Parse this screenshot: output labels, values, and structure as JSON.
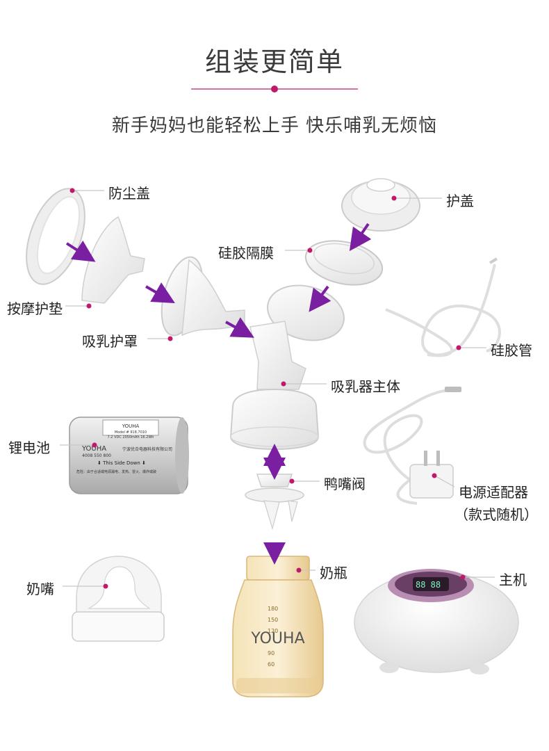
{
  "header": {
    "title": "组装更简单",
    "subtitle": "新手妈妈也能轻松上手 快乐哺乳无烦恼"
  },
  "colors": {
    "accent": "#c2186b",
    "arrow": "#7b1fa2",
    "line": "#cfcfcf"
  },
  "parts": {
    "dust_cap": "防尘盖",
    "massage_pad": "按摩护垫",
    "breast_shield": "吸乳护罩",
    "protective_cover": "护盖",
    "silicone_diaphragm": "硅胶隔膜",
    "silicone_tube": "硅胶管",
    "pump_body": "吸乳器主体",
    "lithium_battery": "锂电池",
    "duckbill_valve": "鸭嘴阀",
    "power_adapter": "电源适配器",
    "adapter_note": "（款式随机）",
    "nipple": "奶嘴",
    "bottle": "奶瓶",
    "main_unit": "主机"
  },
  "product_text": {
    "brand": "YOUHA",
    "battery_brand": "YOUHA",
    "battery_model": "Model # 918,7010",
    "battery_spec": "7.2 VDC  2050mAh 16.2Wh",
    "battery_phone": "4008 550 800",
    "battery_company": "宁波优合电器科技有限公司",
    "battery_side": "⬇ This Side Down ⬇",
    "battery_warning": "危险：由于合适或电源漏电、发热、冒火、爆炸或破",
    "bottle_marks": [
      "180",
      "150",
      "120",
      "90",
      "60"
    ]
  }
}
